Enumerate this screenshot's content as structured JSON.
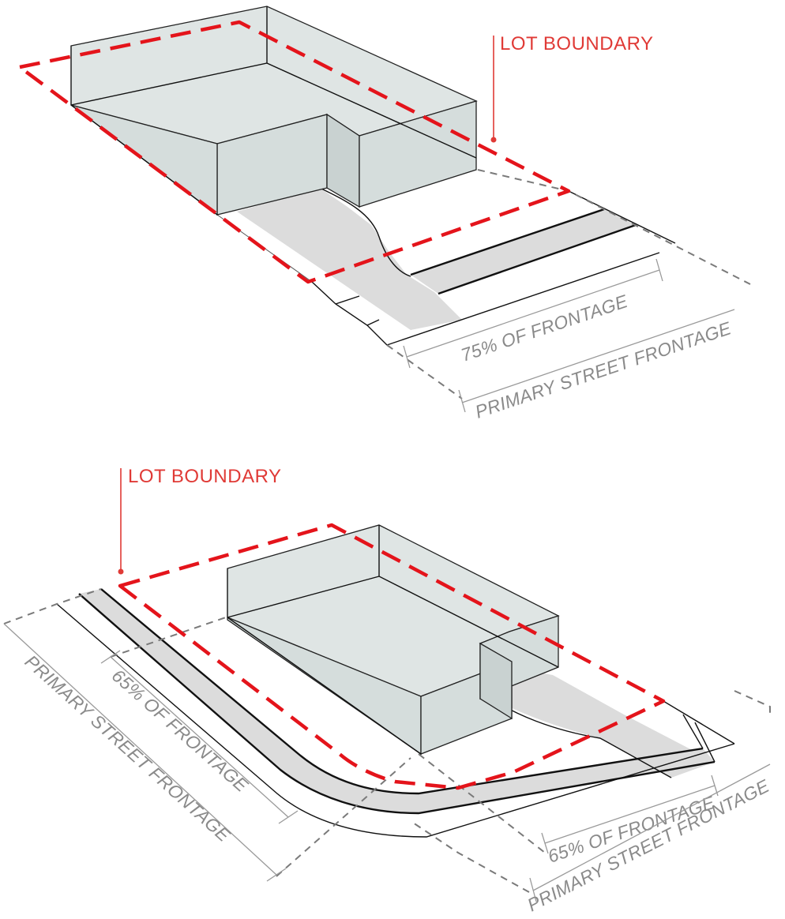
{
  "top_diagram": {
    "lot_label": "LOT BOUNDARY",
    "inner_dimension": "75% OF FRONTAGE",
    "outer_dimension": "PRIMARY STREET FRONTAGE"
  },
  "bottom_diagram": {
    "lot_label": "LOT BOUNDARY",
    "side_inner_dimension": "65% OF FRONTAGE",
    "side_outer_dimension": "PRIMARY STREET FRONTAGE",
    "front_inner_dimension": "65% OF FRONTAGE",
    "front_outer_dimension": "PRIMARY STREET FRONTAGE"
  },
  "colors": {
    "lot_boundary": "#e4141b",
    "label_red": "#e03a36",
    "building_fill": "#dfe5e4",
    "sidewalk": "#dcdcdc",
    "dimension_gray": "#8a8a8a"
  }
}
